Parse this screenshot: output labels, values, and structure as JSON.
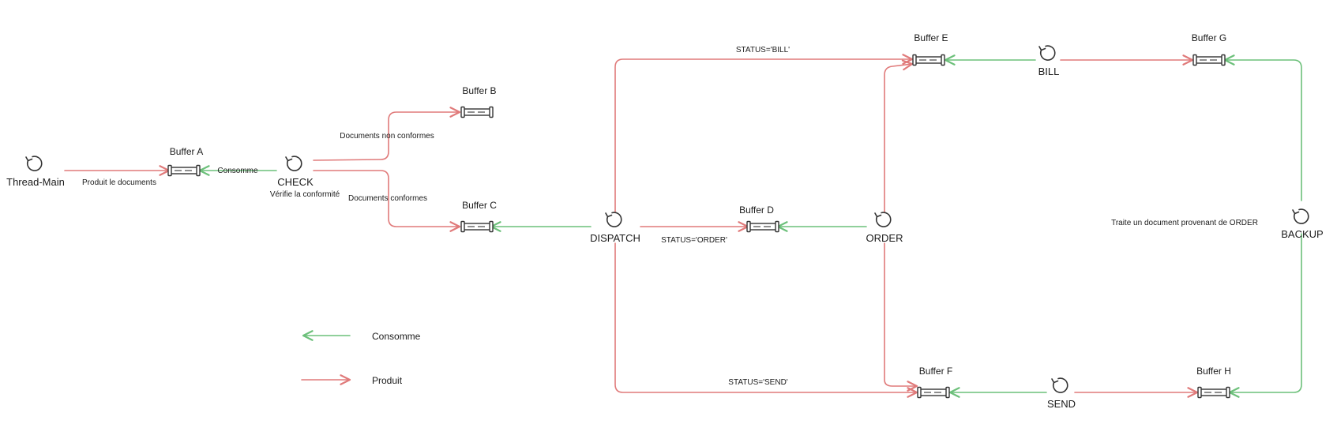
{
  "colors": {
    "produit": "#e07a7a",
    "consomme": "#6cc07a",
    "node": "#333333"
  },
  "processes": {
    "thread_main": {
      "label": "Thread-Main",
      "icon": "rotate-icon"
    },
    "check": {
      "label": "CHECK",
      "sublabel": "Vérifie la conformité",
      "icon": "rotate-icon"
    },
    "dispatch": {
      "label": "DISPATCH",
      "icon": "rotate-icon"
    },
    "order": {
      "label": "ORDER",
      "icon": "rotate-icon"
    },
    "bill": {
      "label": "BILL",
      "icon": "rotate-icon"
    },
    "send": {
      "label": "SEND",
      "icon": "rotate-icon"
    },
    "backup": {
      "label": "BACKUP",
      "icon": "rotate-icon"
    }
  },
  "buffers": {
    "a": {
      "label": "Buffer A",
      "icon": "pipe-icon"
    },
    "b": {
      "label": "Buffer B",
      "icon": "pipe-icon"
    },
    "c": {
      "label": "Buffer C",
      "icon": "pipe-icon"
    },
    "d": {
      "label": "Buffer D",
      "icon": "pipe-icon"
    },
    "e": {
      "label": "Buffer E",
      "icon": "pipe-icon"
    },
    "f": {
      "label": "Buffer F",
      "icon": "pipe-icon"
    },
    "g": {
      "label": "Buffer G",
      "icon": "pipe-icon"
    },
    "h": {
      "label": "Buffer H",
      "icon": "pipe-icon"
    }
  },
  "edge_labels": {
    "produit_docs": "Produit le documents",
    "consomme": "Consomme",
    "non_conformes": "Documents non conformes",
    "conformes": "Documents conformes",
    "status_bill": "STATUS='BILL'",
    "status_order": "STATUS='ORDER'",
    "status_send": "STATUS='SEND'"
  },
  "annotations": {
    "backup_note": "Traite un document provenant de ORDER"
  },
  "legend": {
    "consomme": "Consomme",
    "produit": "Produit"
  }
}
